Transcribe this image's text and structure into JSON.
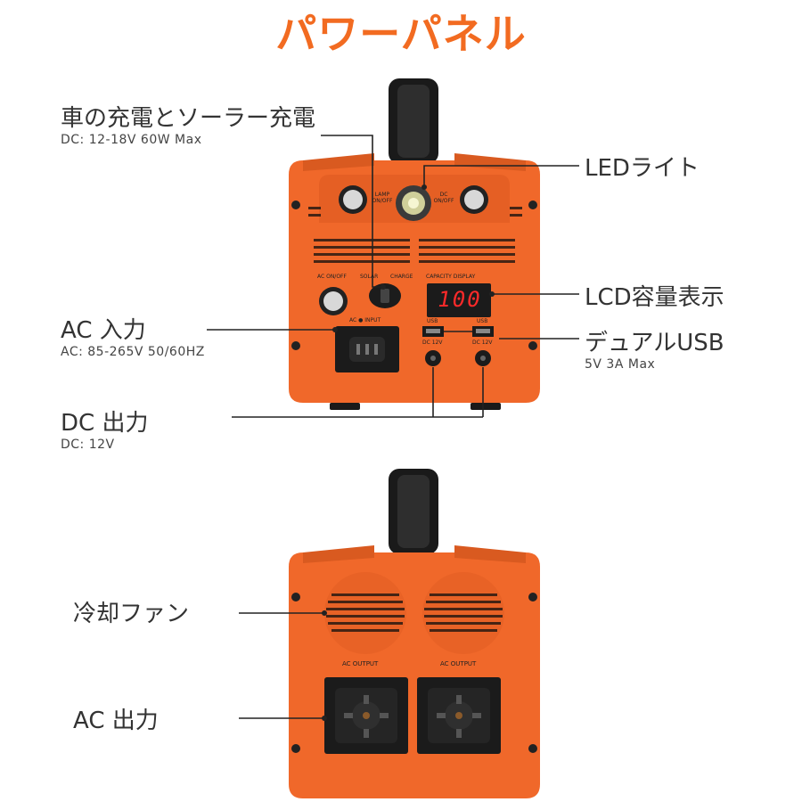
{
  "title": "パワーパネル",
  "front_panel": {
    "car_solar_charge": {
      "label": "車の充電とソーラー充電",
      "spec": "DC:  12-18V 60W Max"
    },
    "led_light": {
      "label": "LEDライト"
    },
    "lcd_display": {
      "label": "LCD容量表示",
      "value": "100"
    },
    "ac_input": {
      "label": "AC 入力",
      "spec": "AC:  85-265V 50/60HZ"
    },
    "dual_usb": {
      "label": "デュアルUSB",
      "spec": "5V  3A Max"
    },
    "dc_output": {
      "label": "DC 出力",
      "spec": "DC:  12V"
    },
    "device_text": {
      "lamp_switch": "LAMP ON/OFF",
      "dc_switch": "DC ON/OFF",
      "solar": "SOLAR",
      "charge": "CHARGE",
      "capacity_display": "CAPACITY DISPLAY",
      "ac_switch": "AC ON/OFF",
      "ac_input_marking": "AC  ●  INPUT",
      "usb_left": "USB",
      "usb_right": "USB",
      "dc_left": "DC  12V",
      "dc_right": "DC  12V"
    }
  },
  "rear_panel": {
    "cooling_fan": {
      "label": "冷却ファン"
    },
    "ac_output": {
      "label": "AC 出力"
    },
    "device_text": {
      "outlet_left": "AC OUTPUT",
      "outlet_right": "AC OUTPUT"
    }
  },
  "colors": {
    "accent": "#f26b21",
    "device_body": "#f0682a",
    "device_dark": "#1e1e1e",
    "lcd_digits": "#ff2a2a"
  }
}
